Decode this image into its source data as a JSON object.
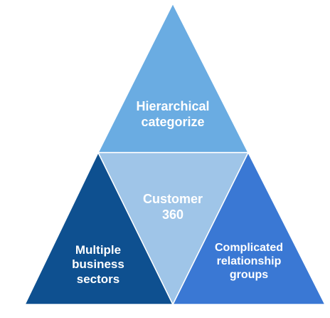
{
  "diagram": {
    "top": {
      "lines": [
        "Hierarchical",
        "categorize"
      ],
      "color": "#6aace2",
      "text_color": "#ffffff"
    },
    "center": {
      "lines": [
        "Customer",
        "360"
      ],
      "color": "#9fc5e8",
      "text_color": "#ffffff"
    },
    "left": {
      "lines": [
        "Multiple",
        "business",
        "sectors"
      ],
      "color": "#0e5090",
      "text_color": "#ffffff"
    },
    "right": {
      "lines": [
        "Complicated",
        "relationship",
        "groups"
      ],
      "color": "#3a78d4",
      "text_color": "#ffffff"
    }
  }
}
